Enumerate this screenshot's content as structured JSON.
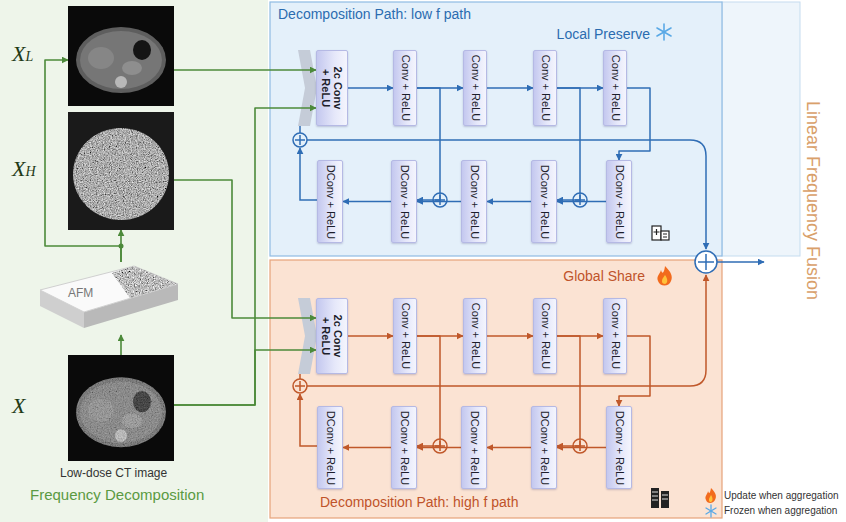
{
  "diagram": {
    "nodes": [
      {
        "text": [
          "XL"
        ]
      },
      {
        "text": [
          "XH"
        ]
      },
      {
        "text": [
          "AFM"
        ]
      },
      {
        "text": [
          "X"
        ]
      },
      {
        "text": [
          "Decomposition Path: low f path",
          "Local Preserve"
        ]
      },
      {
        "text": [
          "2c Conv + ReLU"
        ],
        "in": 4
      },
      {
        "text": [
          "Conv + ReLU"
        ],
        "in": 4
      },
      {
        "text": [
          "Conv + ReLU"
        ],
        "in": 4
      },
      {
        "text": [
          "Conv + ReLU"
        ],
        "in": 4
      },
      {
        "text": [
          "Conv + ReLU"
        ],
        "in": 4
      },
      {
        "text": [
          "DConv + ReLU"
        ],
        "in": 4
      },
      {
        "text": [
          "DConv + ReLU"
        ],
        "in": 4
      },
      {
        "text": [
          "DConv + ReLU"
        ],
        "in": 4
      },
      {
        "text": [
          "DConv + ReLU"
        ],
        "in": 4
      },
      {
        "text": [
          "DConv + ReLU"
        ],
        "in": 4
      },
      {
        "text": [
          "Global Share",
          "Decomposition Path: high f path"
        ]
      },
      {
        "text": [
          "2c Conv + ReLU"
        ],
        "in": 15
      },
      {
        "text": [
          "Conv + ReLU"
        ],
        "in": 15
      },
      {
        "text": [
          "Conv + ReLU"
        ],
        "in": 15
      },
      {
        "text": [
          "Conv + ReLU"
        ],
        "in": 15
      },
      {
        "text": [
          "Conv + ReLU"
        ],
        "in": 15
      },
      {
        "text": [
          "DConv + ReLU"
        ],
        "in": 15
      },
      {
        "text": [
          "DConv + ReLU"
        ],
        "in": 15
      },
      {
        "text": [
          "DConv + ReLU"
        ],
        "in": 15
      },
      {
        "text": [
          "DConv + ReLU"
        ],
        "in": 15
      },
      {
        "text": [
          "DConv + ReLU"
        ],
        "in": 15
      }
    ],
    "edges": [
      {
        "from": 3,
        "to": 2,
        "arrow": "to"
      },
      {
        "from": 2,
        "to": 1,
        "arrow": "to"
      },
      {
        "from": 2,
        "to": 0,
        "arrow": "to"
      },
      {
        "from": 0,
        "to": 5,
        "arrow": "to"
      },
      {
        "from": 3,
        "to": 5,
        "arrow": "to"
      },
      {
        "from": 1,
        "to": 16,
        "arrow": "to"
      },
      {
        "from": 3,
        "to": 16,
        "arrow": "to"
      },
      {
        "from": 5,
        "to": 6,
        "arrow": "to"
      },
      {
        "from": 6,
        "to": 7,
        "arrow": "to"
      },
      {
        "from": 7,
        "to": 8,
        "arrow": "to"
      },
      {
        "from": 8,
        "to": 9,
        "arrow": "to"
      },
      {
        "from": 9,
        "to": 14,
        "arrow": "to"
      },
      {
        "from": 14,
        "to": 13,
        "arrow": "to"
      },
      {
        "from": 13,
        "to": 12,
        "arrow": "to"
      },
      {
        "from": 12,
        "to": 11,
        "arrow": "to"
      },
      {
        "from": 11,
        "to": 10,
        "arrow": "to"
      },
      {
        "from": 6,
        "to": 11,
        "arrow": "to"
      },
      {
        "from": 8,
        "to": 13,
        "arrow": "to"
      },
      {
        "from": 16,
        "to": 17,
        "arrow": "to"
      },
      {
        "from": 17,
        "to": 18,
        "arrow": "to"
      },
      {
        "from": 18,
        "to": 19,
        "arrow": "to"
      },
      {
        "from": 19,
        "to": 20,
        "arrow": "to"
      },
      {
        "from": 20,
        "to": 25,
        "arrow": "to"
      },
      {
        "from": 25,
        "to": 24,
        "arrow": "to"
      },
      {
        "from": 24,
        "to": 23,
        "arrow": "to"
      },
      {
        "from": 23,
        "to": 22,
        "arrow": "to"
      },
      {
        "from": 22,
        "to": 21,
        "arrow": "to"
      },
      {
        "from": 17,
        "to": 22,
        "arrow": "to"
      },
      {
        "from": 19,
        "to": 24,
        "arrow": "to"
      }
    ],
    "labels": [
      "Low-dose CT image",
      "Frequency Decomposition",
      "Linear Frequency Fusion"
    ],
    "legend": [
      {
        "text": "Update when aggregation"
      },
      {
        "text": "Frozen when aggregation"
      }
    ]
  }
}
